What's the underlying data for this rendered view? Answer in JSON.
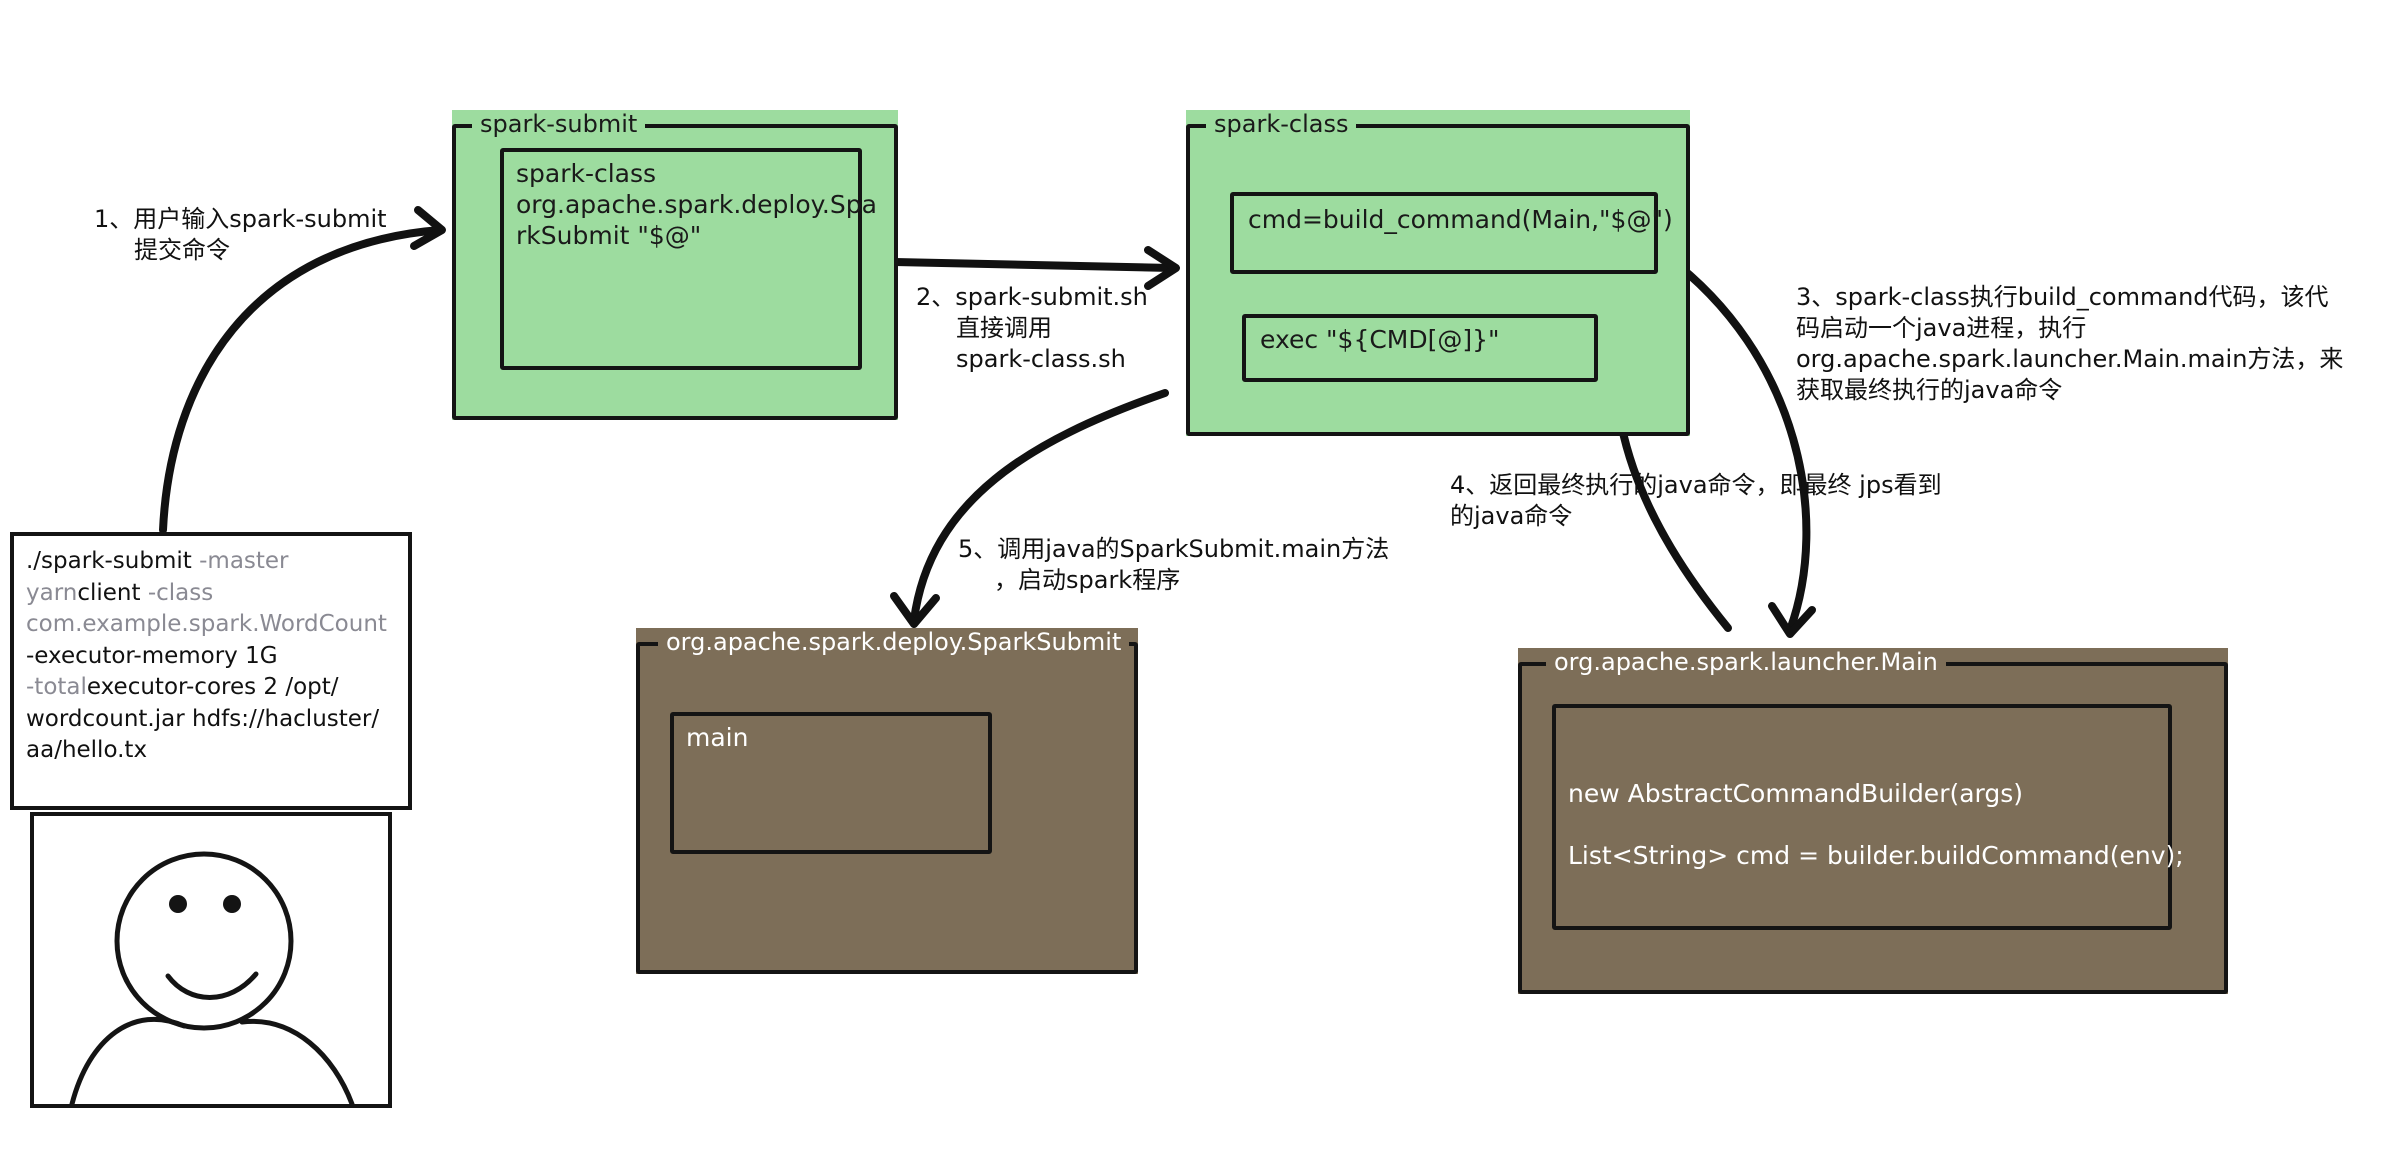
{
  "user_command": {
    "parts": [
      {
        "text": "./spark-submit ",
        "muted": false
      },
      {
        "text": "-master",
        "muted": true
      },
      {
        "text": "yarn",
        "muted": true
      },
      {
        "text": "client ",
        "muted": false
      },
      {
        "text": "-class",
        "muted": true
      },
      {
        "text": "com.example.spark.WordCount",
        "muted": true
      },
      {
        "text": "-executor-memory 1G ",
        "muted": false
      },
      {
        "text": "-total",
        "muted": true
      },
      {
        "text": "executor-cores 2 /opt/",
        "muted": false
      },
      {
        "text": "wordcount.jar hdfs://hacluster/",
        "muted": false
      },
      {
        "text": "aa/hello.tx",
        "muted": false
      }
    ]
  },
  "spark_submit": {
    "title": "spark-submit",
    "code_lines": [
      "spark-class",
      "org.apache.spark.deploy.Spa",
      "rkSubmit \"$@\""
    ]
  },
  "spark_class": {
    "title": "spark-class",
    "cmd_line": "cmd=build_command(Main,\"$@\")",
    "exec_line": "exec \"${CMD[@]}\""
  },
  "deploy_submit": {
    "title": "org.apache.spark.deploy.SparkSubmit",
    "method": "main"
  },
  "launcher_main": {
    "title": "org.apache.spark.launcher.Main",
    "line1": "new AbstractCommandBuilder(args)",
    "line2": "List<String> cmd = builder.buildCommand(env);"
  },
  "steps": {
    "step1": {
      "line1": "1、用户输入spark-submit",
      "line2": "提交命令"
    },
    "step2": {
      "line1": "2、spark-submit.sh",
      "line2": "直接调用",
      "line3": "spark-class.sh"
    },
    "step3": {
      "line1": "3、spark-class执行build_command代码，该代",
      "line2": "码启动一个java进程，执行",
      "line3": "org.apache.spark.launcher.Main.main方法，来",
      "line4": "获取最终执行的java命令"
    },
    "step4": {
      "line1": "4、返回最终执行的java命令，即最终 jps看到",
      "line2": "的java命令"
    },
    "step5": {
      "line1": "5、调用java的SparkSubmit.main方法",
      "line2": "，启动spark程序"
    }
  },
  "colors": {
    "green_panel": "#9ddc9f",
    "brown_panel": "#7d6e58",
    "stroke": "#141414",
    "muted_text": "#8a8a93"
  },
  "icons": {
    "user": "smiley-face-user-icon"
  }
}
